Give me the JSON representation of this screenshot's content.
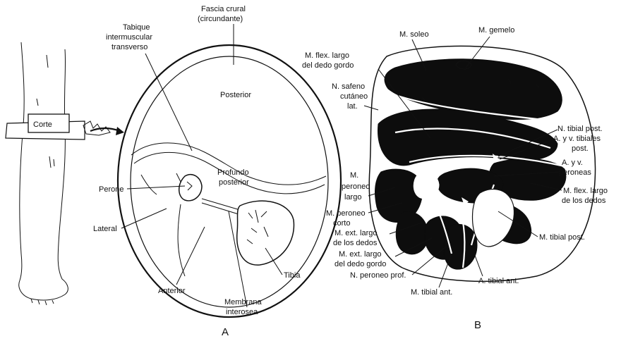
{
  "colors": {
    "ink": "#111111",
    "paper": "#ffffff",
    "muscle": "#0d0d0d"
  },
  "figure_a": {
    "letter": "A",
    "leg_label": "Corte",
    "labels": {
      "tabique_1": "Tabique",
      "tabique_2": "intermuscular",
      "tabique_3": "transverso",
      "fascia_1": "Fascia crural",
      "fascia_2": "(circundante)",
      "posterior": "Posterior",
      "profundo_1": "Profundo",
      "profundo_2": "posterior",
      "perone": "Perone",
      "lateral": "Lateral",
      "anterior": "Anterior",
      "membrana_1": "Membrana",
      "membrana_2": "interosea",
      "tibia": "Tibia"
    }
  },
  "figure_b": {
    "letter": "B",
    "labels": {
      "soleo": "M. soleo",
      "gemelo": "M. gemelo",
      "flex_dedo_gordo_1": "M. flex. largo",
      "flex_dedo_gordo_2": "del dedo gordo",
      "safeno_1": "N. safeno",
      "safeno_2": "cutáneo",
      "safeno_3": "lat.",
      "n_tibial_post": "N. tibial post.",
      "a_tibiales_1": "A. y v. tibiales",
      "a_tibiales_2": "post.",
      "a_peroneas_1": "A. y v.",
      "a_peroneas_2": "peroneas",
      "flex_dedos_1": "M. flex. largo",
      "flex_dedos_2": "de los dedos",
      "peroneo_largo_1": "M.",
      "peroneo_largo_2": "peroneo",
      "peroneo_largo_3": "largo",
      "peroneo_corto_1": "M. peroneo",
      "peroneo_corto_2": "corto",
      "ext_dedos_1": "M. ext. largo",
      "ext_dedos_2": "de los dedos",
      "ext_dedo_gordo_1": "M. ext. largo",
      "ext_dedo_gordo_2": "del dedo gordo",
      "n_peroneo_prof": "N. peroneo prof.",
      "tibial_post": "M. tibial post.",
      "tibial_ant": "M. tibial ant.",
      "a_tibial_ant": "A. tibial ant."
    }
  }
}
